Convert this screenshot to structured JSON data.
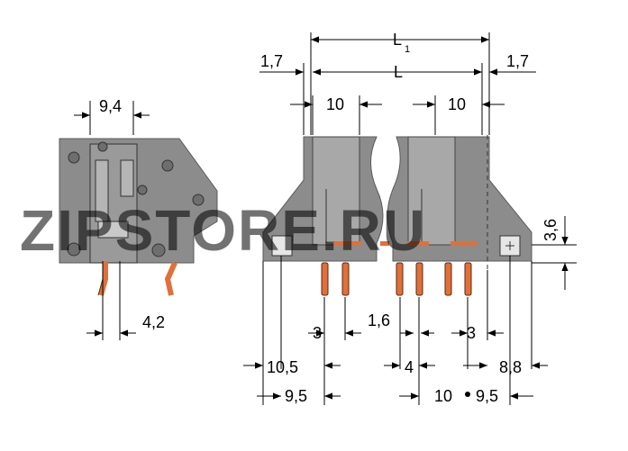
{
  "watermark": {
    "text": "ZIPSTORE.RU",
    "accent_color": "#f5a623",
    "gray_color": "#c8c8c8"
  },
  "colors": {
    "housing": "#8c8c8c",
    "housing_light": "#a8a8a8",
    "pins": "#e0703a",
    "lines": "#000000"
  },
  "dimensions": {
    "side_width": "9,4",
    "side_pin": "4,2",
    "edge_left": "1,7",
    "edge_right": "1,7",
    "length_total": "L",
    "length_sub": "1",
    "length": "L",
    "pitch_left": "10",
    "pitch_right": "10",
    "height": "3,6",
    "pin_offset_left": "3",
    "pin_spacing": "1,6",
    "pin_offset_right": "3",
    "left_offset": "10,5",
    "pin_pitch_small": "4",
    "right_offset": "8,8",
    "bottom_left": "9,5",
    "bottom_pitch": "10",
    "bottom_right": "9,5"
  }
}
